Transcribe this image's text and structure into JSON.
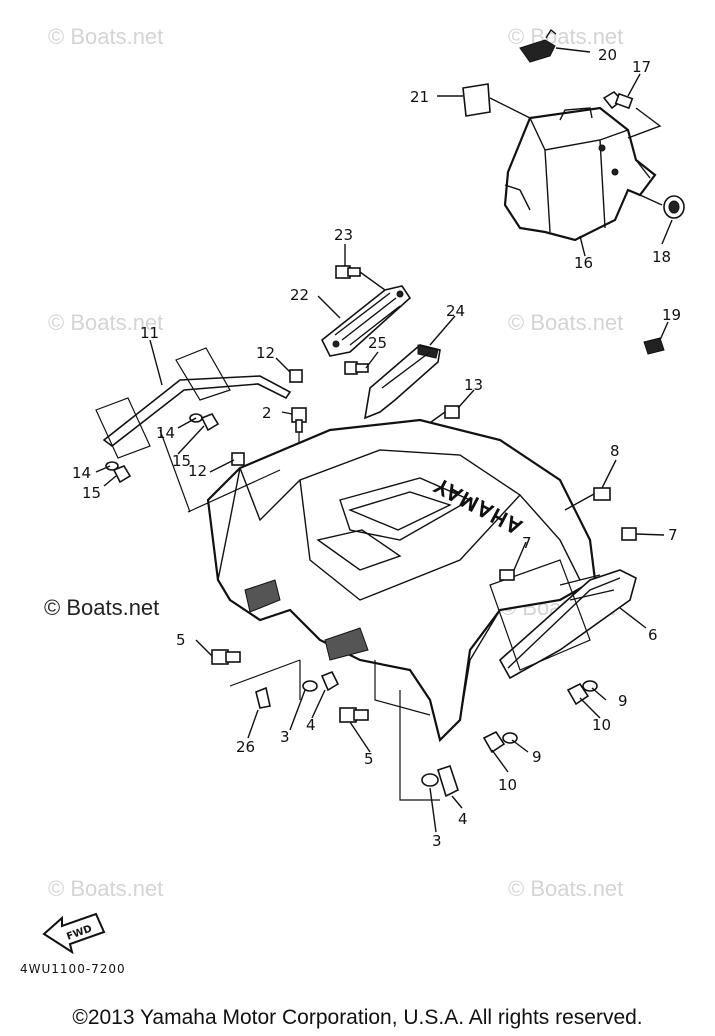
{
  "watermarks": {
    "wm_top_left": "© Boats.net",
    "wm_top_right": "© Boats.net",
    "wm_mid_left": "© Boats.net",
    "wm_mid_right": "© Boats.net",
    "wm_center_left": "© Boats.net",
    "wm_center_right": "© Boats.net",
    "wm_bottom_left": "© Boats.net",
    "wm_bottom_right": "© Boats.net"
  },
  "fwd_label": "FWD",
  "part_code": "4WU1100-7200",
  "copyright": "©2013 Yamaha Motor Corporation, U.S.A. All rights reserved.",
  "callouts": {
    "c1": "2",
    "c2": "3",
    "c3": "3",
    "c4": "4",
    "c5": "4",
    "c6": "5",
    "c7": "5",
    "c8": "6",
    "c9": "7",
    "c10": "7",
    "c11": "8",
    "c12": "9",
    "c13": "9",
    "c14": "10",
    "c15": "10",
    "c16": "11",
    "c17": "12",
    "c18": "12",
    "c19": "13",
    "c20": "14",
    "c21": "14",
    "c22": "15",
    "c23": "15",
    "c24": "16",
    "c25": "17",
    "c26": "18",
    "c27": "19",
    "c28": "20",
    "c29": "21",
    "c30": "22",
    "c31": "23",
    "c32": "24",
    "c33": "25",
    "c34": "26"
  },
  "colors": {
    "ink": "#111111",
    "watermark": "#d4d4d4",
    "background": "#ffffff"
  }
}
